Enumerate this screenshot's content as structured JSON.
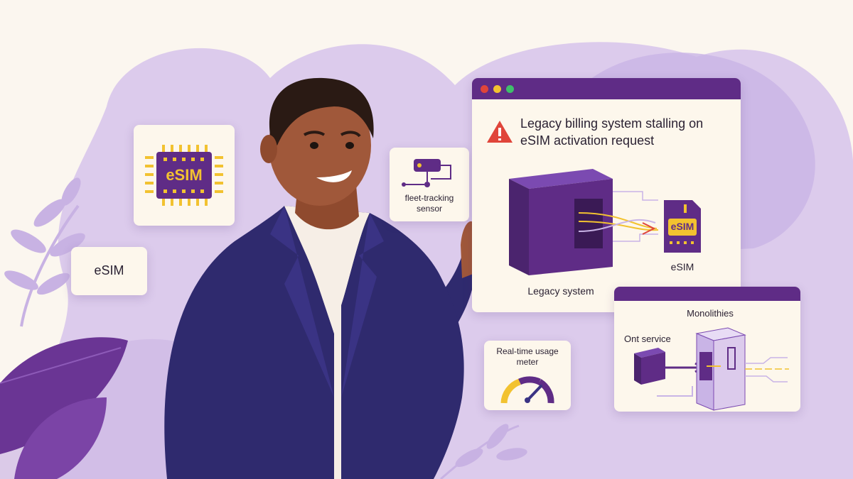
{
  "chips": {
    "esim_chip_label": "eSIM",
    "esim_tag_label": "eSIM"
  },
  "sensor": {
    "label": "fleet-tracking sensor"
  },
  "meter": {
    "label": "Real-time usage meter"
  },
  "alert_window": {
    "title": "Legacy billing system stalling on eSIM activation request",
    "legacy_label": "Legacy system",
    "sim_chip_text": "eSIM",
    "sim_label": "eSIM"
  },
  "monolith_window": {
    "title": "Monolithies",
    "service_label": "Ont service"
  },
  "colors": {
    "brand_purple": "#5f2c86",
    "accent_yellow": "#f2c230",
    "alert_red": "#e0453a",
    "background_lilac": "#d9c8ec"
  },
  "icons": [
    "warning-icon",
    "esim-chip-icon",
    "sensor-icon",
    "gauge-icon",
    "server-cube-icon",
    "sim-card-icon",
    "monolith-icon"
  ]
}
